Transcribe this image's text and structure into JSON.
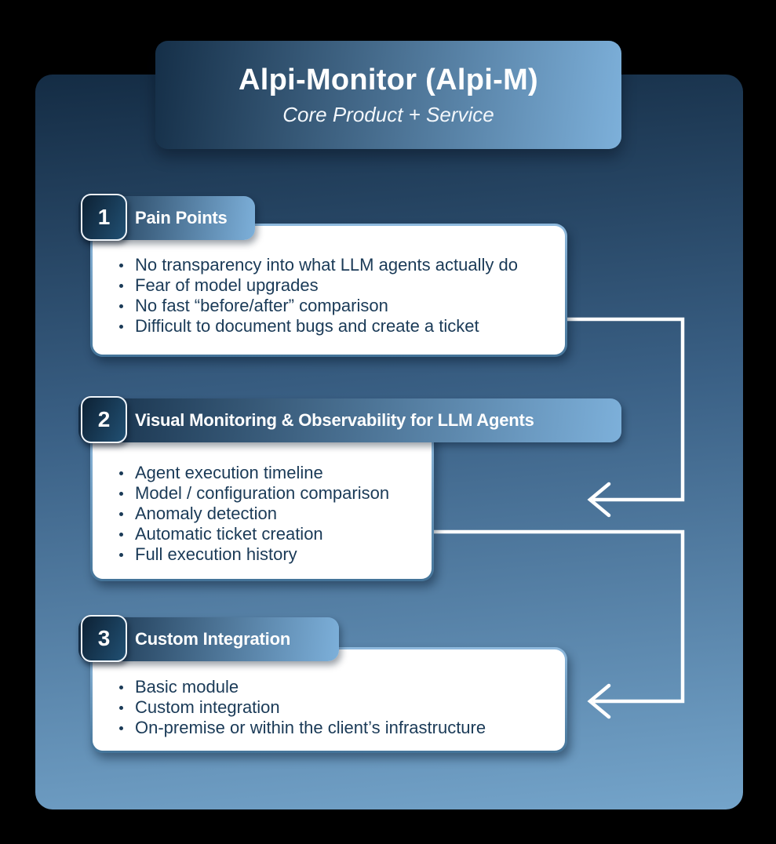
{
  "colors": {
    "panel_top": "#142c44",
    "panel_bottom": "#74a4ca",
    "grad_dark": "#152f48",
    "grad_light": "#7db0da",
    "badge_dark": "#0d2134",
    "badge_light": "#215073",
    "card_border_top": "#8fbade",
    "card_border_bottom": "#447499",
    "text_dark": "#1a3a57",
    "arrow": "#ffffff"
  },
  "header": {
    "title": "Alpi-Monitor (Alpi-M)",
    "subtitle": "Core Product + Service"
  },
  "sections": [
    {
      "number": "1",
      "title": "Pain Points",
      "bullets": [
        "No transparency into what LLM agents actually do",
        "Fear of model upgrades",
        "No fast “before/after” comparison",
        "Difficult to document bugs and create a ticket"
      ]
    },
    {
      "number": "2",
      "title": "Visual Monitoring & Observability for LLM Agents",
      "bullets": [
        "Agent execution timeline",
        "Model / configuration comparison",
        "Anomaly detection",
        "Automatic ticket creation",
        "Full execution history"
      ]
    },
    {
      "number": "3",
      "title": "Custom Integration",
      "bullets": [
        "Basic module",
        "Custom integration",
        "On-premise or within the client’s infrastructure"
      ]
    }
  ]
}
